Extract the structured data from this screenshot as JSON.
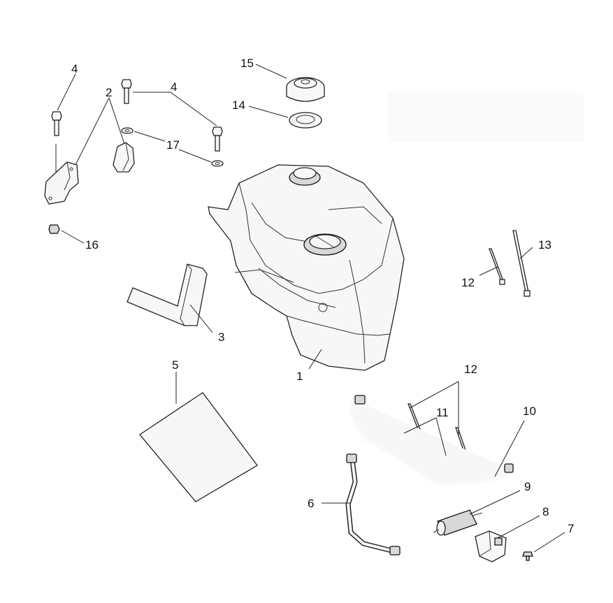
{
  "callouts": {
    "n1": "1",
    "n2": "2",
    "n3": "3",
    "n4a": "4",
    "n4b": "4",
    "n5": "5",
    "n6": "6",
    "n7": "7",
    "n8": "8",
    "n9": "9",
    "n10": "10",
    "n11": "11",
    "n12a": "12",
    "n12b": "12",
    "n13": "13",
    "n14": "14",
    "n15": "15",
    "n16": "16",
    "n17": "17"
  }
}
